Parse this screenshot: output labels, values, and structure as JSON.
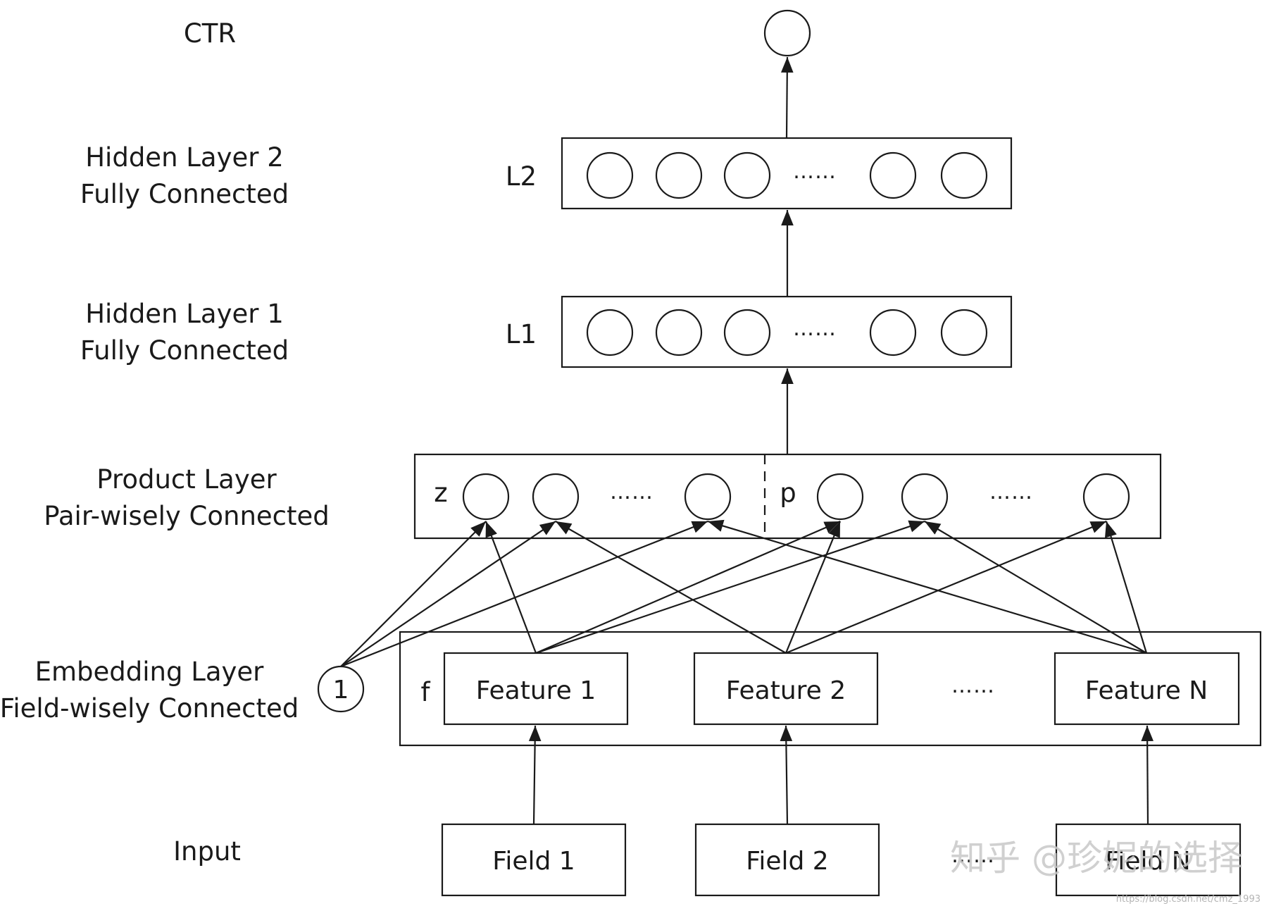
{
  "layers": {
    "ctr": "CTR",
    "hidden2": [
      "Hidden Layer 2",
      "Fully Connected"
    ],
    "hidden1": [
      "Hidden Layer 1",
      "Fully Connected"
    ],
    "product": [
      "Product Layer",
      "Pair-wisely Connected"
    ],
    "embedding": [
      "Embedding Layer",
      "Field-wisely Connected"
    ],
    "input": "Input"
  },
  "tags": {
    "l2": "L2",
    "l1": "L1",
    "z": "z",
    "p": "p",
    "f": "f",
    "bias": "1"
  },
  "features": [
    "Feature 1",
    "Feature 2",
    "Feature N"
  ],
  "fields": [
    "Field 1",
    "Field 2",
    "Field N"
  ],
  "ellipsis": "……",
  "watermark": {
    "text": "知乎 @珍妮的选择",
    "url": "https://blog.csdn.net/cmz_1993"
  }
}
